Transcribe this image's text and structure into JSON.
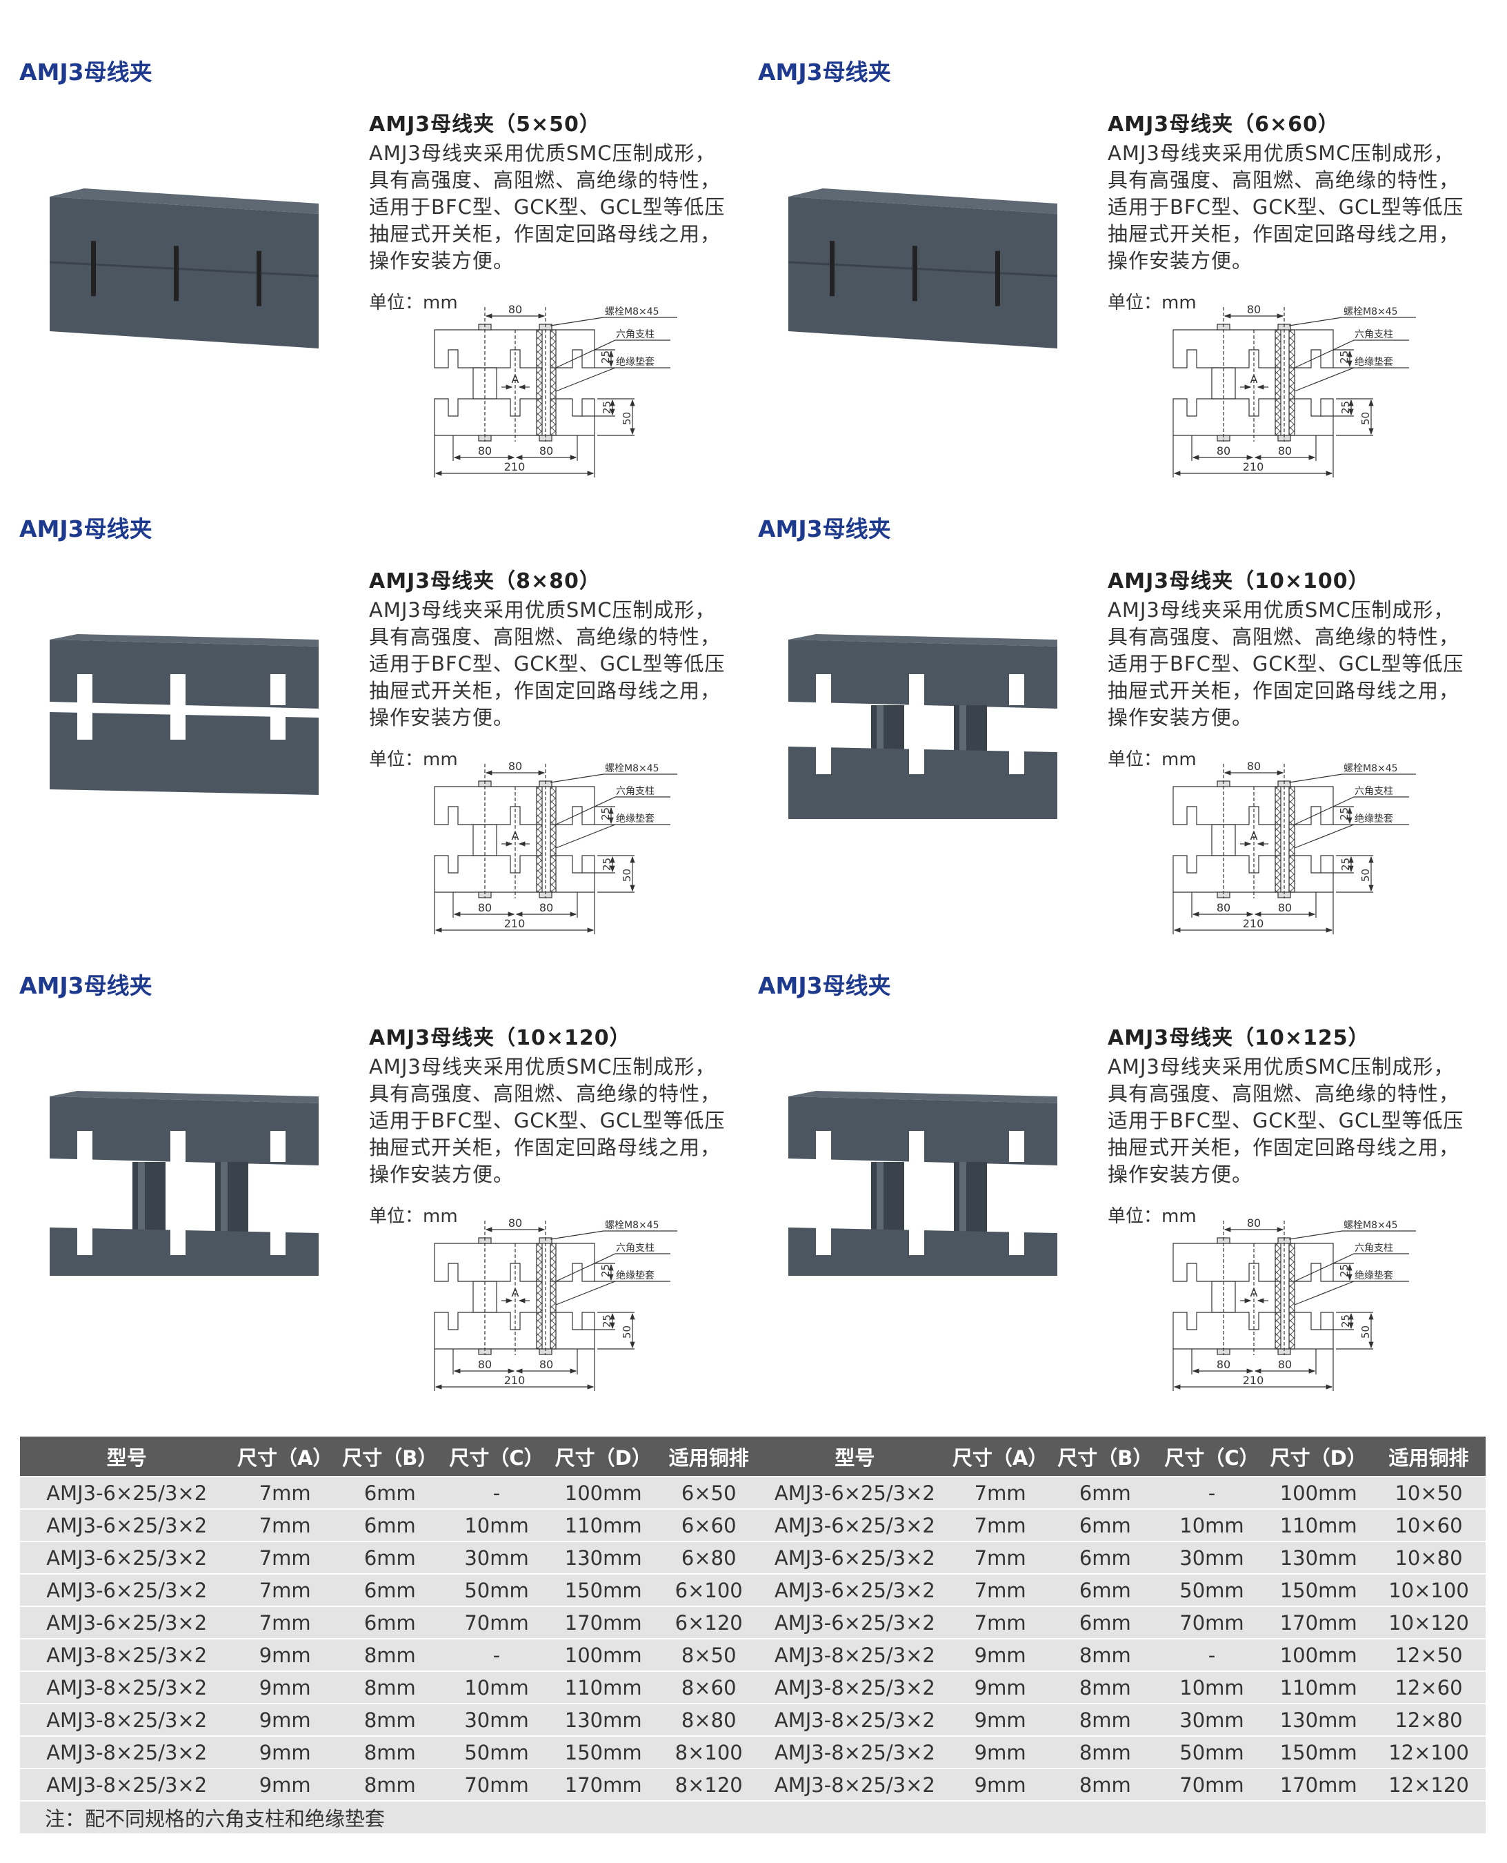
{
  "section_title": "AMJ3母线夹",
  "products": [
    {
      "title": "AMJ3母线夹（5×50）"
    },
    {
      "title": "AMJ3母线夹（6×60）"
    },
    {
      "title": "AMJ3母线夹（8×80）"
    },
    {
      "title": "AMJ3母线夹（10×100）"
    },
    {
      "title": "AMJ3母线夹（10×120）"
    },
    {
      "title": "AMJ3母线夹（10×125）"
    }
  ],
  "description": [
    "AMJ3母线夹采用优质SMC压制成形，",
    "具有高强度、高阻燃、高绝缘的特性，",
    "适用于BFC型、GCK型、GCL型等低压",
    "抽屉式开关柜，作固定回路母线之用，",
    "操作安装方便。"
  ],
  "unit_label": "单位：mm",
  "diagram": {
    "dim_top": "80",
    "dim_left": "80",
    "dim_right": "80",
    "dim_total": "210",
    "dim_slot_top": "25",
    "dim_slot_bottom": "25",
    "dim_height": "50",
    "dim_a": "A",
    "bolt": "螺栓M8×45",
    "hex_post": "六角支柱",
    "insulation_sleeve": "绝缘垫套"
  },
  "table": {
    "headers": [
      "型号",
      "尺寸（A）",
      "尺寸（B）",
      "尺寸（C）",
      "尺寸（D）",
      "适用铜排",
      "型号",
      "尺寸（A）",
      "尺寸（B）",
      "尺寸（C）",
      "尺寸（D）",
      "适用铜排"
    ],
    "rows": [
      [
        "AMJ3-6×25/3×2",
        "7mm",
        "6mm",
        "-",
        "100mm",
        "6×50",
        "AMJ3-6×25/3×2",
        "7mm",
        "6mm",
        "-",
        "100mm",
        "10×50"
      ],
      [
        "AMJ3-6×25/3×2",
        "7mm",
        "6mm",
        "10mm",
        "110mm",
        "6×60",
        "AMJ3-6×25/3×2",
        "7mm",
        "6mm",
        "10mm",
        "110mm",
        "10×60"
      ],
      [
        "AMJ3-6×25/3×2",
        "7mm",
        "6mm",
        "30mm",
        "130mm",
        "6×80",
        "AMJ3-6×25/3×2",
        "7mm",
        "6mm",
        "30mm",
        "130mm",
        "10×80"
      ],
      [
        "AMJ3-6×25/3×2",
        "7mm",
        "6mm",
        "50mm",
        "150mm",
        "6×100",
        "AMJ3-6×25/3×2",
        "7mm",
        "6mm",
        "50mm",
        "150mm",
        "10×100"
      ],
      [
        "AMJ3-6×25/3×2",
        "7mm",
        "6mm",
        "70mm",
        "170mm",
        "6×120",
        "AMJ3-6×25/3×2",
        "7mm",
        "6mm",
        "70mm",
        "170mm",
        "10×120"
      ],
      [
        "AMJ3-8×25/3×2",
        "9mm",
        "8mm",
        "-",
        "100mm",
        "8×50",
        "AMJ3-8×25/3×2",
        "9mm",
        "8mm",
        "-",
        "100mm",
        "12×50"
      ],
      [
        "AMJ3-8×25/3×2",
        "9mm",
        "8mm",
        "10mm",
        "110mm",
        "8×60",
        "AMJ3-8×25/3×2",
        "9mm",
        "8mm",
        "10mm",
        "110mm",
        "12×60"
      ],
      [
        "AMJ3-8×25/3×2",
        "9mm",
        "8mm",
        "30mm",
        "130mm",
        "8×80",
        "AMJ3-8×25/3×2",
        "9mm",
        "8mm",
        "30mm",
        "130mm",
        "12×80"
      ],
      [
        "AMJ3-8×25/3×2",
        "9mm",
        "8mm",
        "50mm",
        "150mm",
        "8×100",
        "AMJ3-8×25/3×2",
        "9mm",
        "8mm",
        "50mm",
        "150mm",
        "12×100"
      ],
      [
        "AMJ3-8×25/3×2",
        "9mm",
        "8mm",
        "70mm",
        "170mm",
        "8×120",
        "AMJ3-8×25/3×2",
        "9mm",
        "8mm",
        "70mm",
        "170mm",
        "12×120"
      ]
    ],
    "note": "注：配不同规格的六角支柱和绝缘垫套"
  },
  "colors": {
    "title_blue": "#1e3a8e",
    "header_gray": "#5b5b5b",
    "row_gray": "#e4e4e4",
    "product_slate": "#4a5560"
  }
}
